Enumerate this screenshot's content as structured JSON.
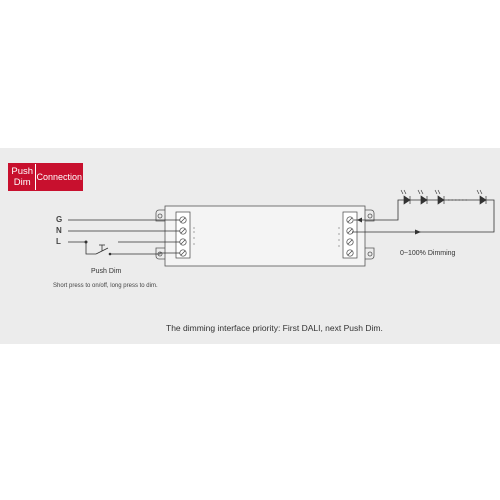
{
  "badge": {
    "line1": "Push",
    "line2": "Dim",
    "right": "Connection"
  },
  "inputs": {
    "g": "G",
    "n": "N",
    "l": "L"
  },
  "push_dim_label": "Push Dim",
  "push_dim_note": "Short press to on/off, long press to dim.",
  "dimming_label": "0~100% Dimming",
  "priority_note": "The dimming interface priority: First DALI, next Push Dim.",
  "colors": {
    "accent": "#c8102e",
    "line": "#333333",
    "panel": "#ececec"
  }
}
